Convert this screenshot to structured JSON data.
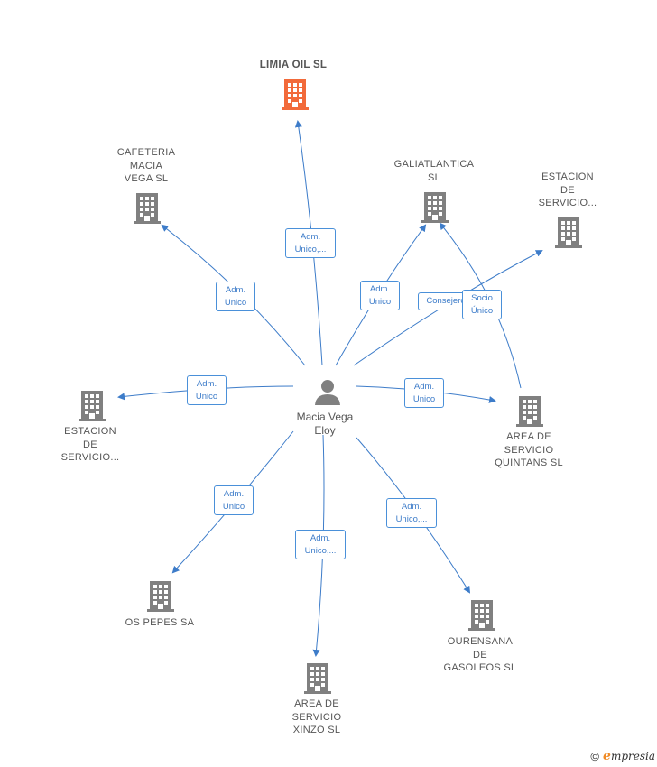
{
  "person": {
    "name": "Macia Vega\nEloy"
  },
  "companies": {
    "limia": "LIMIA OIL  SL",
    "cafeteria": "CAFETERIA\nMACIA\nVEGA  SL",
    "galiatlantica": "GALIATLANTICA\nSL",
    "estacion_right": "ESTACION\nDE\nSERVICIO...",
    "estacion_left": "ESTACION\nDE\nSERVICIO...",
    "quintans": "AREA DE\nSERVICIO\nQUINTANS  SL",
    "pepes": "OS PEPES SA",
    "xinzo": "AREA DE\nSERVICIO\nXINZO  SL",
    "ourensana": "OURENSANA\nDE\nGASOLEOS  SL"
  },
  "edges": {
    "limia": "Adm.\nUnico,...",
    "cafeteria": "Adm.\nUnico",
    "galiatlantica": "Adm.\nUnico",
    "estacion_right": "Consejero",
    "socio": "Socio\nÚnico",
    "estacion_left": "Adm.\nUnico",
    "quintans": "Adm.\nUnico",
    "pepes": "Adm.\nUnico",
    "xinzo": "Adm.\nUnico,...",
    "ourensana": "Adm.\nUnico,..."
  },
  "colors": {
    "highlight": "#f26a3a",
    "building": "#808080",
    "link": "#3d7cc9"
  },
  "footer": {
    "symbol": "©",
    "brand_initial": "e",
    "brand_rest": "mpresia"
  }
}
